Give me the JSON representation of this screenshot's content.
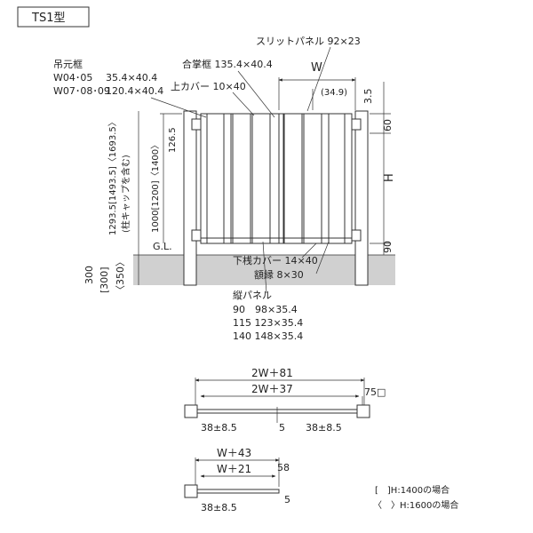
{
  "model_label": "TS1型",
  "top_view": {
    "post_frame_title": "吊元框",
    "post_w0405": "W04･05",
    "post_w0405_size": "35.4×40.4",
    "post_w0709": "W07･08･09",
    "post_w0709_size": "120.4×40.4",
    "meeting_frame": "合掌框 135.4×40.4",
    "slit_panel": "スリットパネル 92×23",
    "top_cover": "上カバー 10×40",
    "dim_W": "W",
    "dim_34_9": "(34.9)",
    "dim_3_5": "3.5",
    "dim_60": "60",
    "dim_H": "H",
    "dim_90": "90",
    "dim_126_5": "126.5",
    "height_range": "1000[1200]〈1400〉",
    "post_length": "1293.5[1493.5]〈1693.5〉",
    "post_note": "(柱キャップを含む)",
    "gl": "G.L.",
    "bottom_cover": "下桟カバー 14×40",
    "frame_edge": "額縁 8×30",
    "embed_300": "300",
    "embed_300b": "[300]",
    "embed_350": "〈350〉",
    "vertical_panel_title": "縦パネル",
    "vp_90": "90　98×35.4",
    "vp_115": "115 123×35.4",
    "vp_140": "140 148×35.4"
  },
  "plan_double": {
    "outer": "2W＋81",
    "inner": "2W＋37",
    "post": "75□",
    "left_gap": "38±8.5",
    "center_gap": "5",
    "right_gap": "38±8.5"
  },
  "plan_single": {
    "outer": "W＋43",
    "inner": "W＋21",
    "side": "58",
    "left_gap": "38±8.5",
    "right_gap": "5"
  },
  "legend": {
    "bracket": "[　]H:1400の場合",
    "angle": "〈　〉H:1600の場合"
  }
}
